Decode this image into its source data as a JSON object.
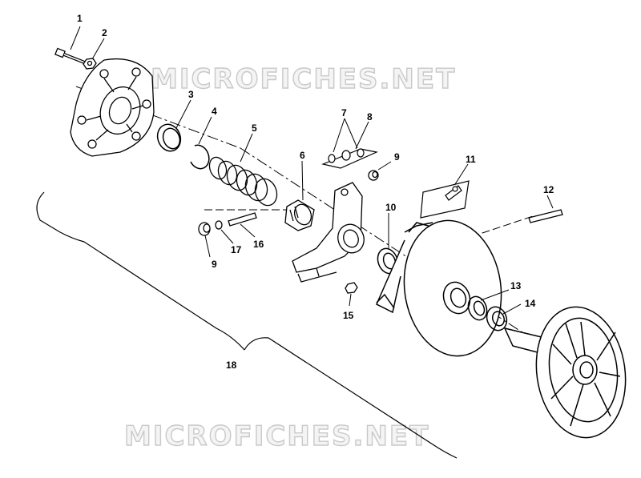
{
  "watermark": {
    "top_text": "MICROFICHES.NET",
    "bottom_text": "MICROFICHES.NET"
  },
  "callouts": {
    "c1": "1",
    "c2": "2",
    "c3": "3",
    "c4": "4",
    "c5": "5",
    "c6": "6",
    "c7": "7",
    "c8": "8",
    "c9a": "9",
    "c9b": "9",
    "c10": "10",
    "c11": "11",
    "c12": "12",
    "c13": "13",
    "c14": "14",
    "c15": "15",
    "c16": "16",
    "c17": "17",
    "c18": "18"
  },
  "colors": {
    "line": "#000000",
    "background": "#ffffff",
    "watermark": "#c9c9c9"
  }
}
